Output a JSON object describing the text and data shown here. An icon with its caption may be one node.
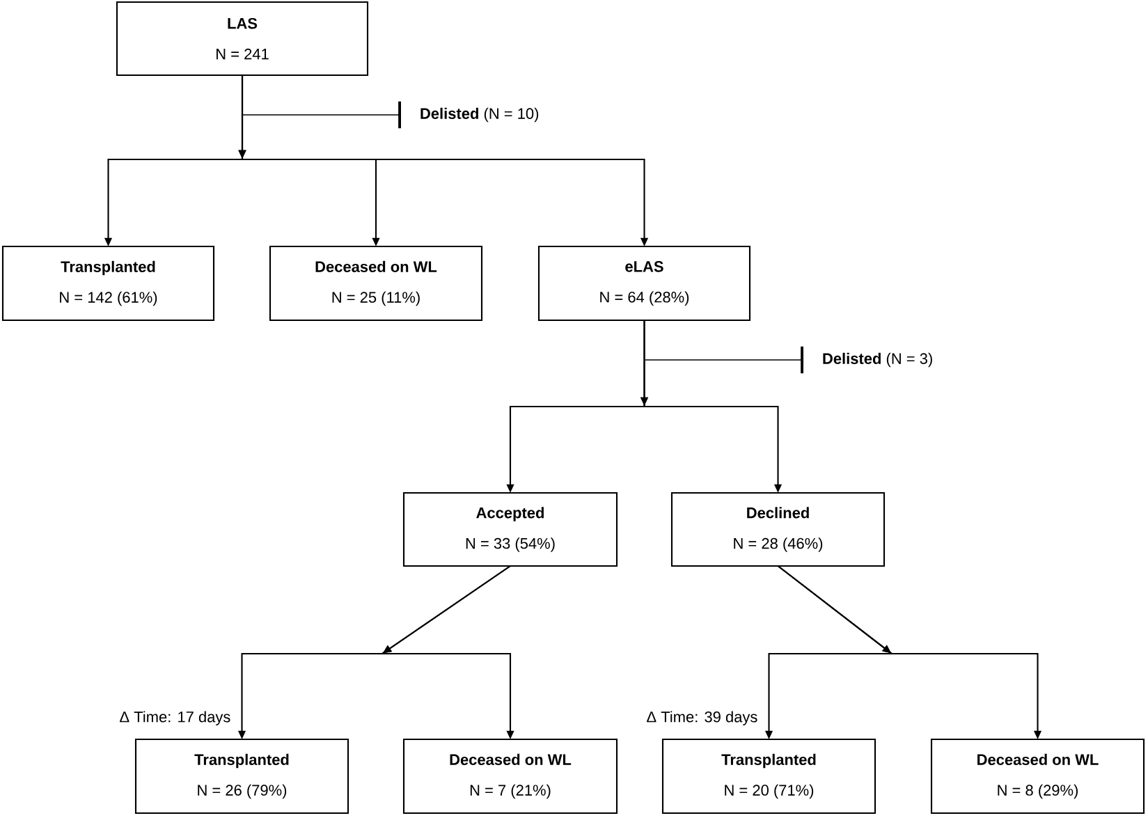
{
  "diagram": {
    "nodes": [
      {
        "text": [
          "LAS",
          "N = 241"
        ]
      },
      {
        "text": [
          "**Delisted** (N = 10)"
        ]
      },
      {
        "text": [
          "Transplanted",
          "N = 142 (61%)"
        ]
      },
      {
        "text": [
          "Deceased on WL",
          "N = 25 (11%)"
        ]
      },
      {
        "text": [
          "eLAS",
          "N = 64 (28%)"
        ]
      },
      {
        "text": [
          "**Delisted** (N = 3)"
        ]
      },
      {
        "text": [
          "Accepted",
          "N = 33 (54%)"
        ]
      },
      {
        "text": [
          "Declined",
          "N = 28 (46%)"
        ]
      },
      {
        "text": [
          "Transplanted",
          "N = 26 (79%)"
        ],
        "beside": [
          "Δ Time: 17 days"
        ]
      },
      {
        "text": [
          "Deceased on WL",
          "N = 7 (21%)"
        ]
      },
      {
        "text": [
          "Transplanted",
          "N = 20 (71%)"
        ],
        "beside": [
          "Δ Time: 39 days"
        ]
      },
      {
        "text": [
          "Deceased on WL",
          "N = 8 (29%)"
        ]
      }
    ],
    "edges": [
      {
        "from": 0,
        "to": 1,
        "arrow": "other"
      },
      {
        "from": 0,
        "to": 2,
        "arrow": "to"
      },
      {
        "from": 0,
        "to": 3,
        "arrow": "to"
      },
      {
        "from": 0,
        "to": 4,
        "arrow": "to"
      },
      {
        "from": 4,
        "to": 5,
        "arrow": "other"
      },
      {
        "from": 4,
        "to": 6,
        "arrow": "to"
      },
      {
        "from": 4,
        "to": 7,
        "arrow": "to"
      },
      {
        "from": 6,
        "to": 8,
        "arrow": "to"
      },
      {
        "from": 6,
        "to": 9,
        "arrow": "to"
      },
      {
        "from": 7,
        "to": 10,
        "arrow": "to"
      },
      {
        "from": 7,
        "to": 11,
        "arrow": "to"
      }
    ]
  }
}
